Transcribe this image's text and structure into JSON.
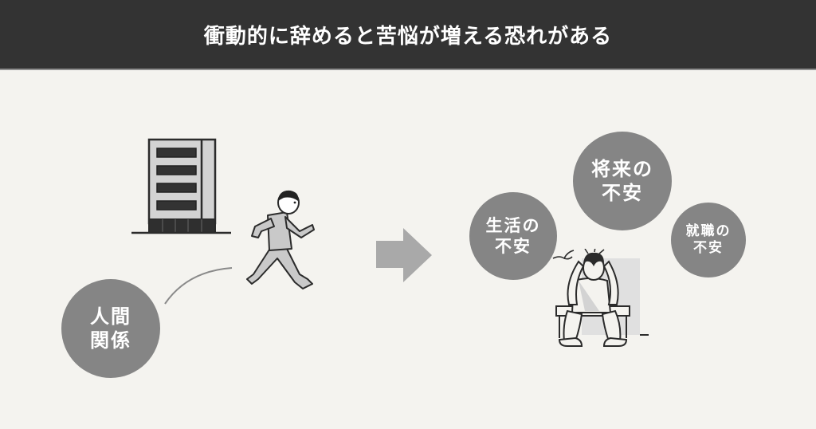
{
  "header": {
    "title": "衝動的に辞めると苦悩が増える恐れがある"
  },
  "colors": {
    "header_bg": "#333333",
    "page_bg": "#f4f3ef",
    "bubble_fill": "#858585",
    "illustration_gray": "#c9c9c9",
    "illustration_dark": "#2b2b2b",
    "arrow_fill": "#a9a9a9"
  },
  "left_scene": {
    "illustration": [
      "office-building-icon",
      "running-person-icon"
    ],
    "bubble": {
      "line1": "人間",
      "line2": "関係"
    }
  },
  "arrow": {
    "icon": "arrow-right-icon"
  },
  "right_scene": {
    "illustration": "distressed-seated-person-icon",
    "bubbles": [
      {
        "line1": "生活の",
        "line2": "不安"
      },
      {
        "line1": "将来の",
        "line2": "不安"
      },
      {
        "line1": "就職の",
        "line2": "不安"
      }
    ]
  }
}
